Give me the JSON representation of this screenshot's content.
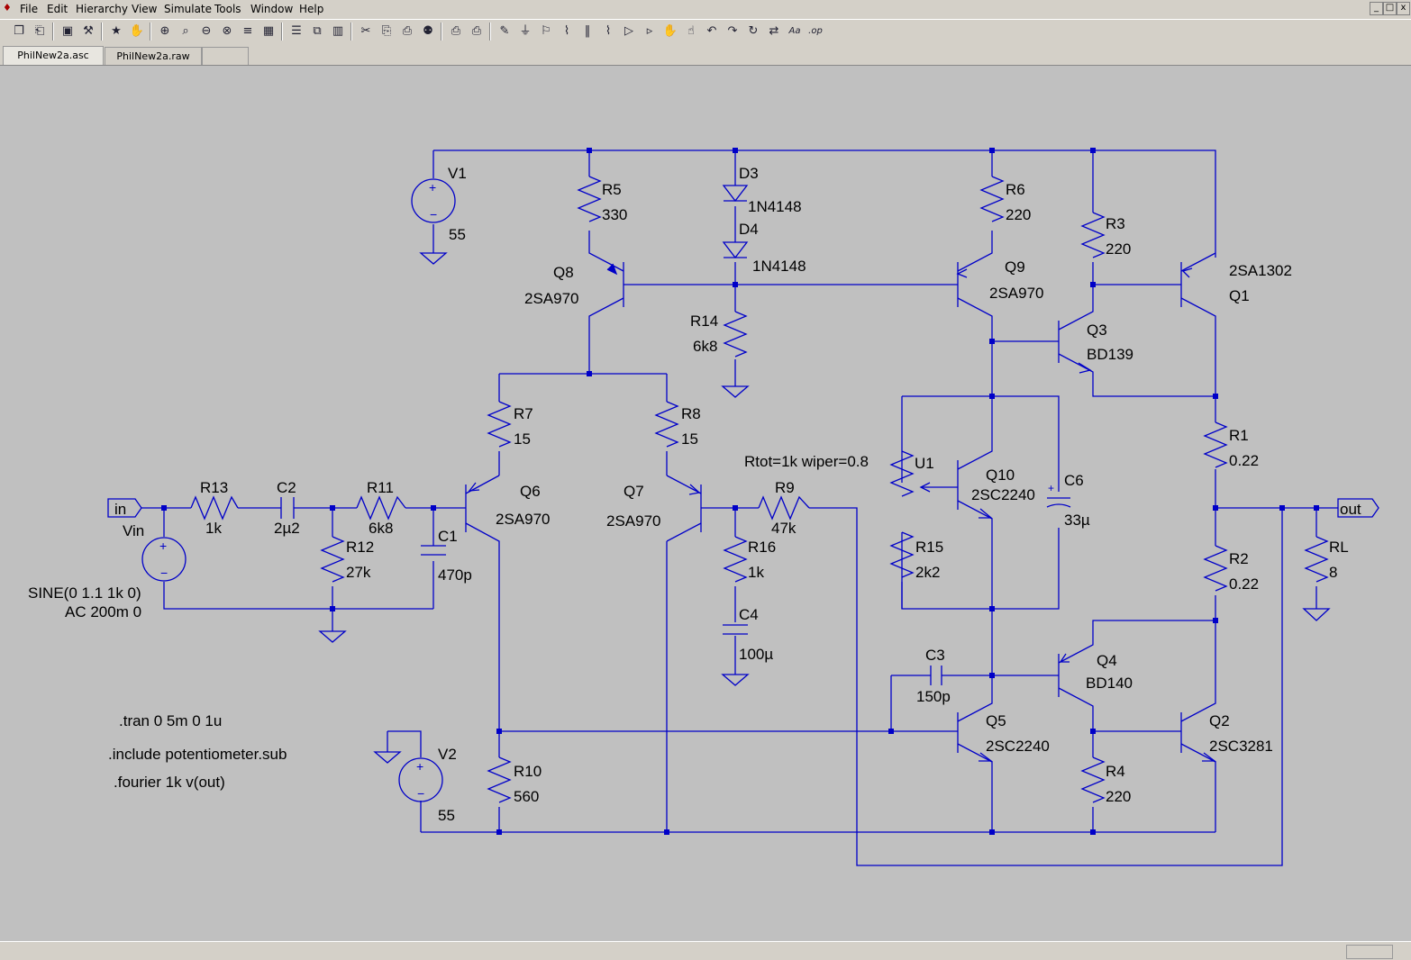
{
  "menu": [
    "File",
    "Edit",
    "Hierarchy",
    "View",
    "Simulate",
    "Tools",
    "Window",
    "Help"
  ],
  "window_controls": [
    "_",
    "□",
    "x"
  ],
  "toolbar": {
    "icons": [
      "new-schematic-icon",
      "open-icon",
      "save-icon",
      "control-panel-icon",
      "run-icon",
      "halt-icon",
      "zoom-in-icon",
      "zoom-pan-icon",
      "zoom-out-icon",
      "zoom-cancel-icon",
      "autorange-icon",
      "zoom-fit-icon",
      "tile-horizontal-icon",
      "cascade-icon",
      "tile-vertical-icon",
      "cut-icon",
      "copy-icon",
      "paste-icon",
      "find-icon",
      "print-setup-icon",
      "print-icon",
      "wire-icon",
      "ground-icon",
      "label-icon",
      "resistor-icon",
      "capacitor-icon",
      "inductor-icon",
      "diode-icon",
      "component-icon",
      "move-icon",
      "drag-icon",
      "undo-icon",
      "redo-icon",
      "rotate-icon",
      "mirror-icon",
      "text-icon",
      "spice-directive-icon"
    ],
    "text_glyphs": {
      "text-icon": "Aa",
      "spice-directive-icon": ".op"
    }
  },
  "tabs": [
    {
      "label": "PhilNew2a.asc",
      "active": true
    },
    {
      "label": "PhilNew2a.raw",
      "active": false
    }
  ],
  "colors": {
    "wire": "#0000c8",
    "junction": "#0000c8",
    "canvas": "#c0c0c0",
    "component": "#0000c8"
  },
  "schematic": {
    "labels": {
      "V1": "V1",
      "V1_val": "55",
      "R5": "R5",
      "R5_val": "330",
      "D3": "D3",
      "D3_val": "1N4148",
      "D4": "D4",
      "D4_val": "1N4148",
      "R6": "R6",
      "R6_val": "220",
      "R3": "R3",
      "R3_val": "220",
      "Q1_model": "2SA1302",
      "Q1": "Q1",
      "Q8": "Q8",
      "Q8_model": "2SA970",
      "Q9": "Q9",
      "Q9_model": "2SA970",
      "R14": "R14",
      "R14_val": "6k8",
      "Q3": "Q3",
      "Q3_model": "BD139",
      "R7": "R7",
      "R7_val": "15",
      "R8": "R8",
      "R8_val": "15",
      "pot_param": "Rtot=1k wiper=0.8",
      "U1": "U1",
      "Q10": "Q10",
      "Q10_model": "2SC2240",
      "C6": "C6",
      "C6_val": "33µ",
      "R1": "R1",
      "R1_val": "0.22",
      "in": "in",
      "Vin": "Vin",
      "R13": "R13",
      "R13_val": "1k",
      "C2": "C2",
      "C2_val": "2µ2",
      "R11": "R11",
      "R11_val": "6k8",
      "Q6": "Q6",
      "Q6_model": "2SA970",
      "Q7": "Q7",
      "Q7_model": "2SA970",
      "R9": "R9",
      "R9_val": "47k",
      "out": "out",
      "C1": "C1",
      "C1_val": "470p",
      "R12": "R12",
      "R12_val": "27k",
      "R16": "R16",
      "R16_val": "1k",
      "R15": "R15",
      "R15_val": "2k2",
      "R2": "R2",
      "R2_val": "0.22",
      "RL": "RL",
      "RL_val": "8",
      "vin_src1": "SINE(0 1.1 1k 0)",
      "vin_src2": "AC 200m 0",
      "C4": "C4",
      "C4_val": "100µ",
      "C3": "C3",
      "C3_val": "150p",
      "Q4": "Q4",
      "Q4_model": "BD140",
      "Q5": "Q5",
      "Q5_model": "2SC2240",
      "Q2": "Q2",
      "Q2_model": "2SC3281",
      "R4": "R4",
      "R4_val": "220",
      "R10": "R10",
      "R10_val": "560",
      "V2": "V2",
      "V2_val": "55",
      "dir_tran": ".tran 0 5m 0 1u",
      "dir_include": ".include potentiometer.sub",
      "dir_fourier": ".fourier 1k v(out)"
    }
  }
}
